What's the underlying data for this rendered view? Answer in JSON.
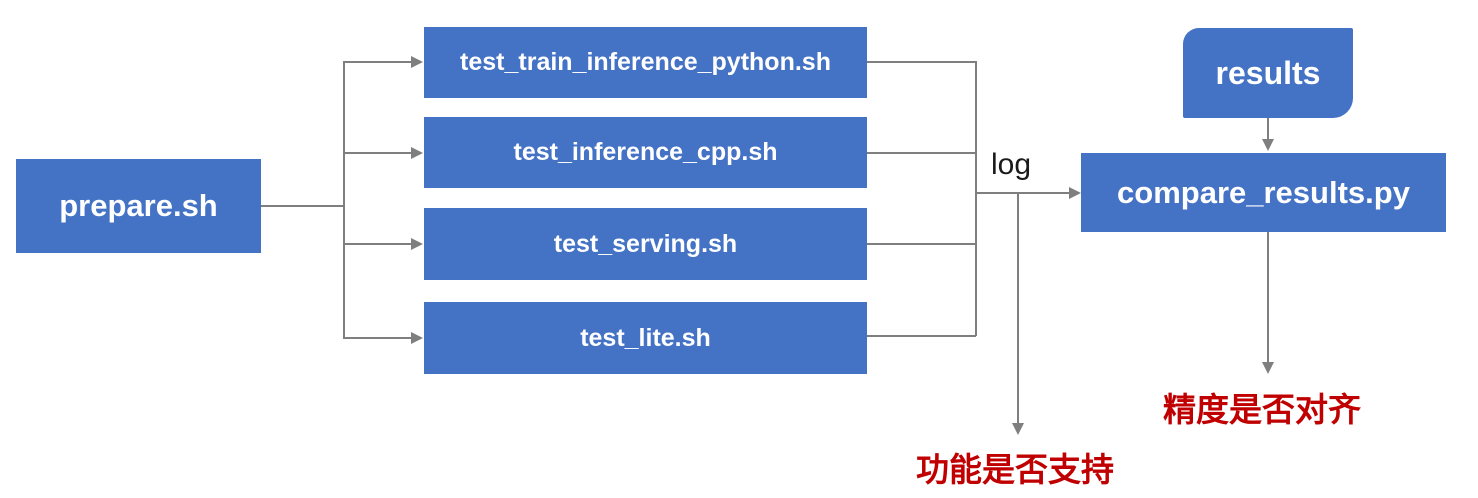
{
  "diagram": {
    "title": "test pipeline flowchart",
    "nodes": {
      "prepare": {
        "label": "prepare.sh",
        "shape": "rectangle"
      },
      "test_train_inference_python": {
        "label": "test_train_inference_python.sh",
        "shape": "rectangle"
      },
      "test_inference_cpp": {
        "label": "test_inference_cpp.sh",
        "shape": "rectangle"
      },
      "test_serving": {
        "label": "test_serving.sh",
        "shape": "rectangle"
      },
      "test_lite": {
        "label": "test_lite.sh",
        "shape": "rectangle"
      },
      "compare_results": {
        "label": "compare_results.py",
        "shape": "rectangle"
      },
      "results": {
        "label": "results",
        "shape": "round-diagonal-corner-rectangle"
      }
    },
    "edges": {
      "prepare_to_tests": "prepare.sh fans out to the four test scripts",
      "tests_to_compare": "four test scripts merge and feed compare_results.py",
      "log_drop": "log output drops down to function-support check",
      "results_to_compare": "results feeds compare_results.py",
      "compare_to_precision": "compare_results.py leads to precision check"
    },
    "edge_labels": {
      "log": "log"
    },
    "annotations": {
      "function_support": "功能是否支持",
      "precision_aligned": "精度是否对齐"
    },
    "colors": {
      "node_fill": "#4472C4",
      "node_text": "#ffffff",
      "connector": "#7f7f7f",
      "annotation_text": "#C00000",
      "edge_label_text": "#1a1a1a"
    }
  }
}
